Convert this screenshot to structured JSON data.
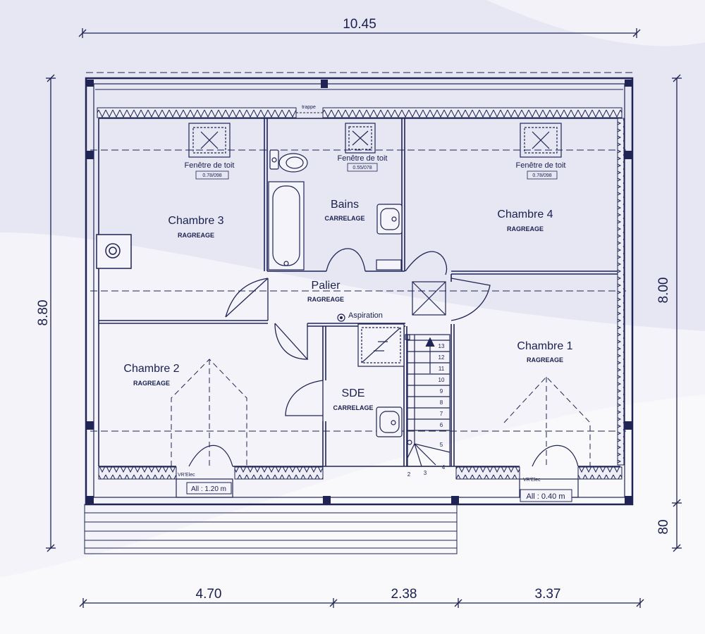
{
  "dimensions": {
    "top_width": "10.45",
    "left_height": "8.80",
    "right_height": "8.00",
    "right_small": "80",
    "bottom_1": "4.70",
    "bottom_2": "2.38",
    "bottom_3": "3.37"
  },
  "rooms": {
    "chambre3": {
      "name": "Chambre 3",
      "finish": "RAGREAGE"
    },
    "bains": {
      "name": "Bains",
      "finish": "CARRELAGE"
    },
    "chambre4": {
      "name": "Chambre 4",
      "finish": "RAGREAGE"
    },
    "palier": {
      "name": "Palier",
      "finish": "RAGREAGE"
    },
    "chambre2": {
      "name": "Chambre 2",
      "finish": "RAGREAGE"
    },
    "sde": {
      "name": "SDE",
      "finish": "CARRELAGE"
    },
    "chambre1": {
      "name": "Chambre 1",
      "finish": "RAGREAGE"
    }
  },
  "windows": {
    "left": {
      "label": "Fenêtre de toit",
      "size": "0.78/098"
    },
    "center": {
      "label": "Fenêtre de toit",
      "size": "0.55/078"
    },
    "right": {
      "label": "Fenêtre de toit",
      "size": "0.78/098"
    }
  },
  "annotations": {
    "trappe": "trappe",
    "aspiration": "Aspiration",
    "vr_left": "VR'Elec",
    "vr_right": "VR'Elec",
    "allege_left": "All : 1.20 m",
    "allege_right": "All : 0.40 m"
  },
  "stairs": {
    "steps": [
      "13",
      "12",
      "11",
      "10",
      "9",
      "8",
      "7",
      "6",
      "5",
      "4",
      "3",
      "2"
    ]
  }
}
